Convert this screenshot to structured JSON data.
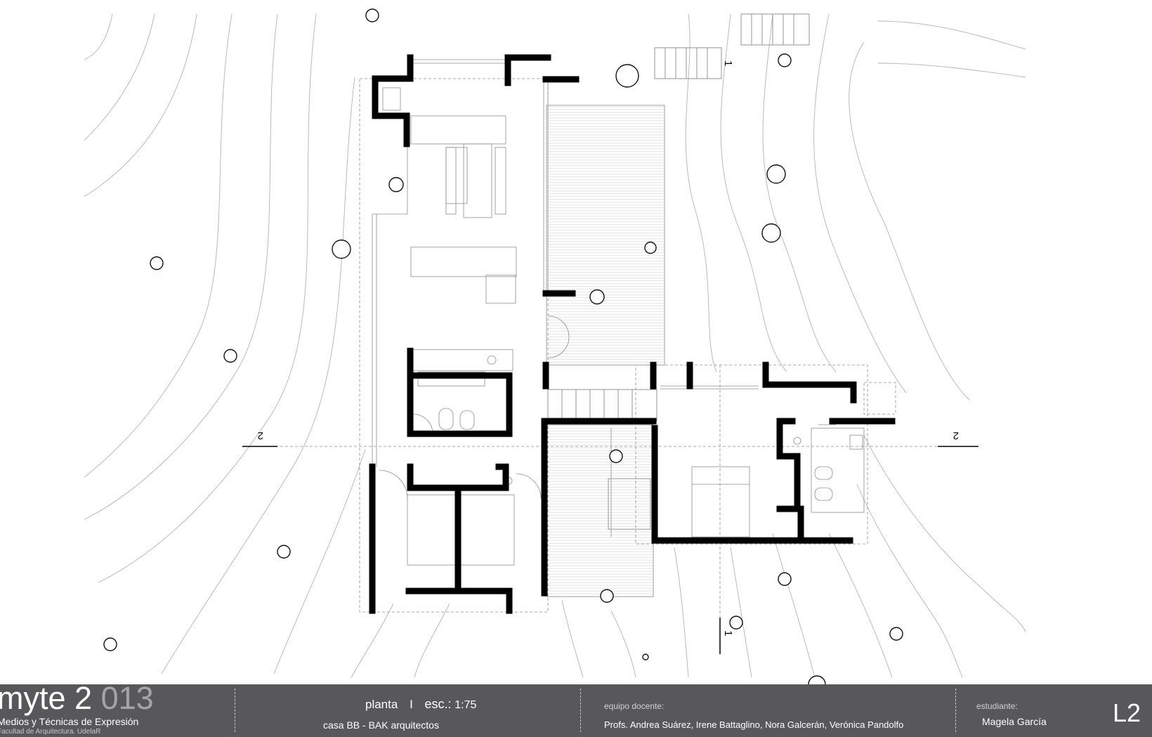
{
  "footer": {
    "course_title_a": "myte 2",
    "course_title_b": "013",
    "course_subtitle": "Medios y Técnicas de Expresión",
    "faculty": "Facultad de Arquitectura. UdelaR",
    "drawing_type": "planta",
    "divider": "I",
    "scale_label": "esc.:",
    "scale_value": "1:75",
    "project": "casa BB - BAK arquitectos",
    "teachers_label": "equipo docente:",
    "teachers": "Profs. Andrea Suárez, Irene Battaglino, Nora Galcerán, Verónica Pandolfo",
    "student_label": "estudiante:",
    "student_name": "Magela García",
    "sheet_number": "L2"
  },
  "section_markers": {
    "section_2": "2",
    "section_1": "1"
  },
  "colors": {
    "footer_bg": "#58585a",
    "wall": "#000000",
    "contour": "#b3b3b3"
  }
}
